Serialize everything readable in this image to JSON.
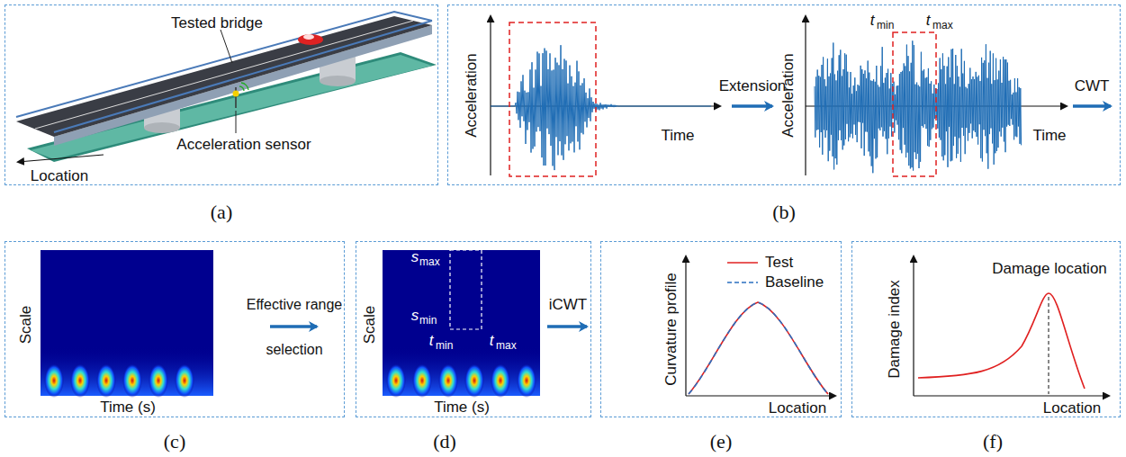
{
  "diagram": {
    "nodes": [
      {
        "text": [
          "Tested bridge",
          "Acceleration sensor",
          "Location",
          "(a)"
        ]
      },
      {
        "text": [
          "Acceleration",
          "Time",
          "Extension",
          "Acceleration",
          "t",
          "min",
          "t",
          "max",
          "Time",
          "CWT",
          "(b)"
        ]
      },
      {
        "text": [
          "Scale",
          "Time (s)",
          "Effective range selection",
          "(c)"
        ]
      },
      {
        "text": [
          "Scale",
          "s",
          "max",
          "s",
          "min",
          "t",
          "min",
          "t",
          "max",
          "Time (s)",
          "iCWT",
          "(d)"
        ]
      },
      {
        "text": [
          "Curvature profile",
          "Location",
          "(e)"
        ]
      },
      {
        "text": [
          "Damage index",
          "Damage location",
          "Location",
          "(f)"
        ]
      }
    ],
    "legend": [
      {
        "text": "Test"
      },
      {
        "text": "Baseline"
      }
    ]
  }
}
